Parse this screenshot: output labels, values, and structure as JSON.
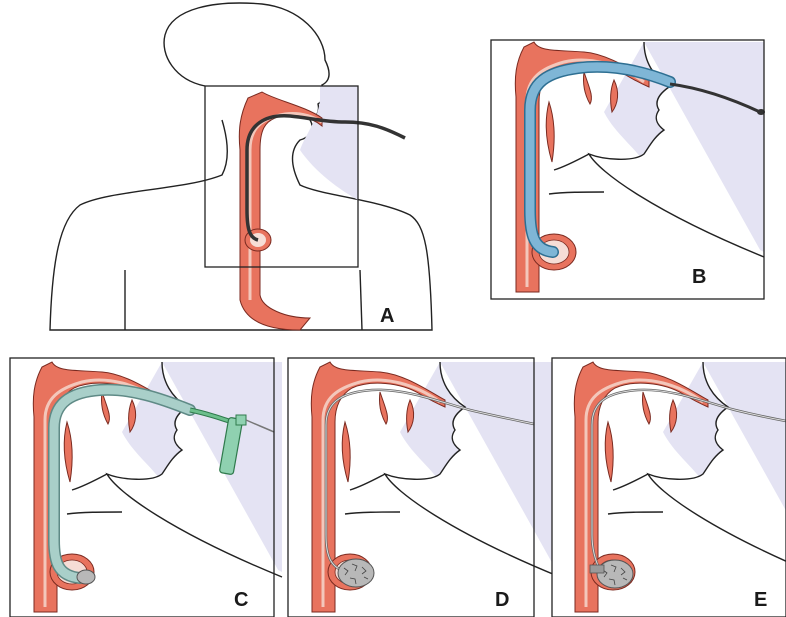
{
  "panels": [
    {
      "id": "A",
      "label": "A"
    },
    {
      "id": "B",
      "label": "B"
    },
    {
      "id": "C",
      "label": "C"
    },
    {
      "id": "D",
      "label": "D"
    },
    {
      "id": "E",
      "label": "E"
    }
  ],
  "colors": {
    "tissue": "#e8735e",
    "tissue_outline": "#7a2a20",
    "lumen": "#f3c7bb",
    "background_shade": "#e4e3f3",
    "endoscope": "#333333",
    "overtube": "#7fb6d6",
    "catheter_green": "#6cbf8c",
    "balloon_packing": "#b8b8b8"
  }
}
